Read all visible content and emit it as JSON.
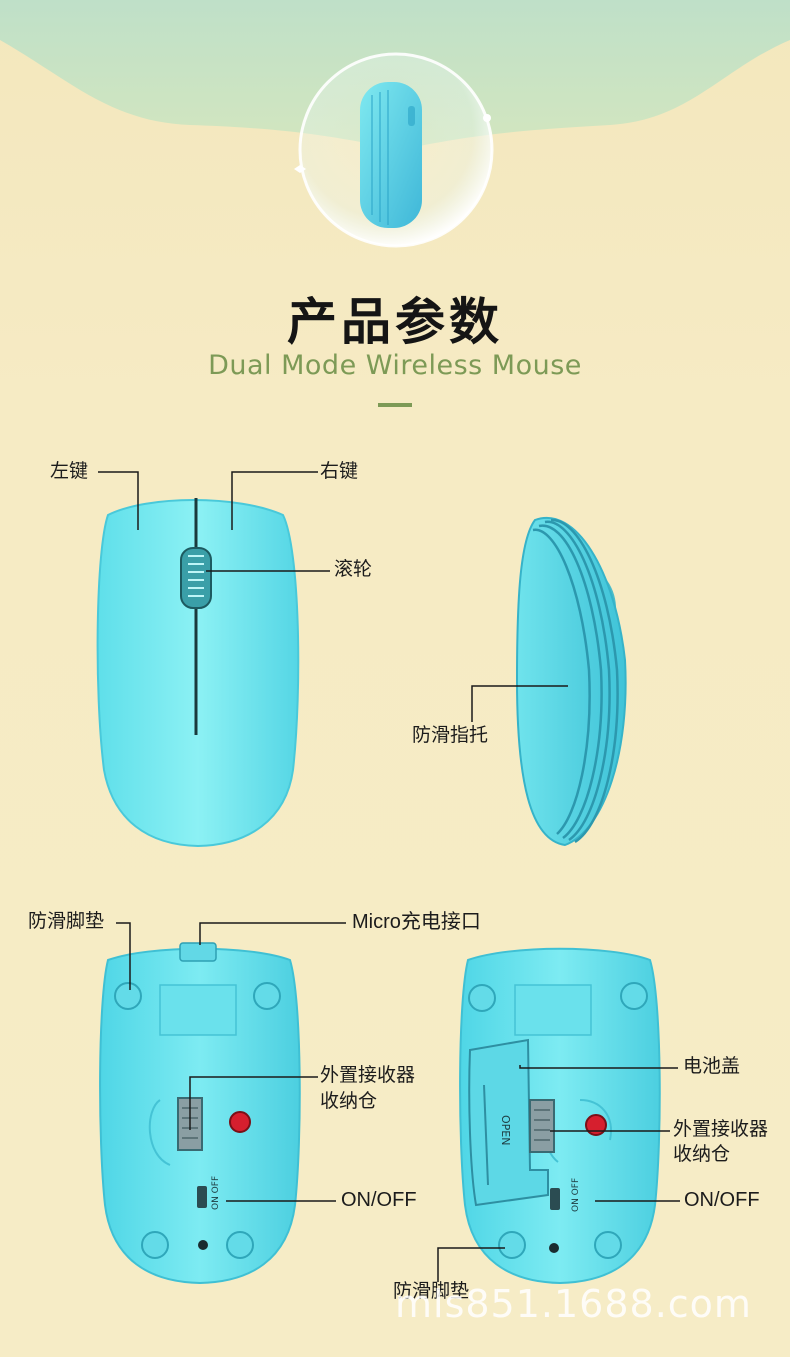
{
  "header": {
    "title": "产品参数",
    "subtitle": "Dual Mode Wireless Mouse"
  },
  "top_view": {
    "left_button": "左键",
    "right_button": "右键",
    "scroll_wheel": "滚轮"
  },
  "side_view": {
    "grip": "防滑指托"
  },
  "bottom_left": {
    "feet": "防滑脚垫",
    "charging_port": "Micro充电接口",
    "receiver_storage_line1": "外置接收器",
    "receiver_storage_line2": "收纳仓",
    "power_switch": "ON/OFF",
    "switch_text": "ON  OFF"
  },
  "bottom_right": {
    "battery_cover": "电池盖",
    "receiver_storage_line1": "外置接收器",
    "receiver_storage_line2": "收纳仓",
    "power_switch": "ON/OFF",
    "feet": "防滑脚垫",
    "open_text": "OPEN",
    "switch_text": "ON  OFF"
  },
  "watermark": "mls851.1688.com",
  "colors": {
    "background": "#f6ebc3",
    "top_wave": "#cfe3c0",
    "mouse": "#6fe6ef",
    "accent": "#7d9a56"
  }
}
